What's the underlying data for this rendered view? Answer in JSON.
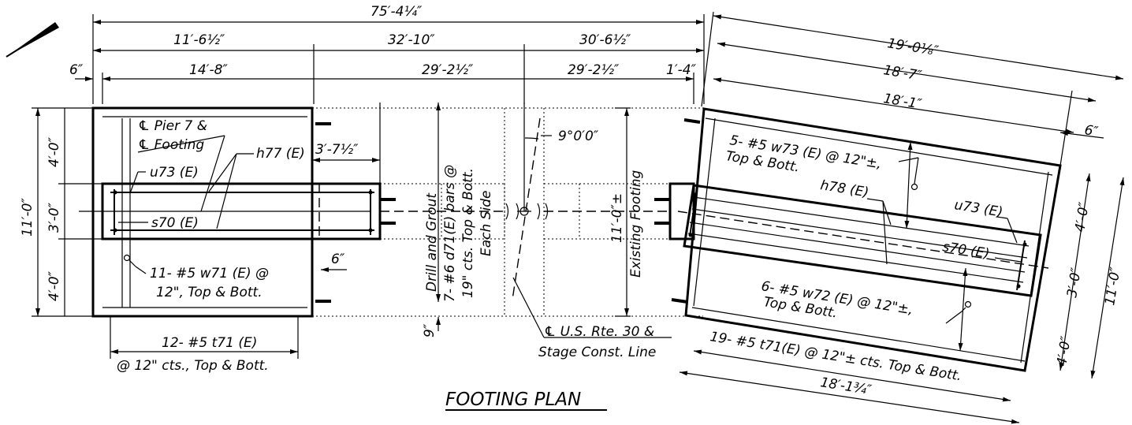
{
  "title": "FOOTING PLAN",
  "dimensions": {
    "overall": "75′-4¼″",
    "d1": "11′-6½″",
    "d2": "32′-10″",
    "d3": "30′-6½″",
    "d4": "6″",
    "d5": "14′-8″",
    "d6": "29′-2½″",
    "d7": "29′-2½″",
    "d8": "1′-4″",
    "r1": "19′-0⅛″",
    "r2": "18′-7″",
    "r3": "18′-1″",
    "r4": "6″",
    "l_v1": "4′-0″",
    "l_v2": "3′-0″",
    "l_v3": "4′-0″",
    "l_vtotal": "11′-0″",
    "ext": "3′-7½″",
    "six": "6″",
    "nine": "9″",
    "mid_v": "11′-0″±",
    "r_v1": "4′-0″",
    "r_v2": "3′-0″",
    "r_v3": "4′-0″",
    "r_vtotal": "11′-0″",
    "bottom_r": "18′-1¾″",
    "angle": "9°0′0″"
  },
  "labels": {
    "cl_pier": "℄ Pier 7 &",
    "cl_footing": "℄ Footing",
    "h77": "h77 (E)",
    "u73_left": "u73 (E)",
    "s70_left": "s70 (E)",
    "w71_line1": "11- #5 w71 (E) @",
    "w71_line2": "12\", Top & Bott.",
    "t71_line1": "12- #5 t71 (E)",
    "t71_line2": "@ 12\" cts., Top & Bott.",
    "drill_1": "Drill and Grout",
    "drill_2": "7- #6 d71(E) bars @",
    "drill_3": "19\" cts. Top & Bott.",
    "drill_4": "Each Side",
    "existing": "Existing Footing",
    "cl_rte_1": "℄ U.S. Rte. 30 &",
    "cl_rte_2": "Stage Const. Line",
    "w73_line1": "5- #5 w73 (E) @ 12\"±,",
    "w73_line2": "Top & Bott.",
    "h78": "h78 (E)",
    "u73_right": "u73 (E)",
    "s70_right": "s70 (E)",
    "w72_line1": "6- #5 w72 (E) @ 12\"±,",
    "w72_line2": "Top & Bott.",
    "t71_right": "19- #5 t71(E) @ 12\"± cts. Top & Bott."
  }
}
